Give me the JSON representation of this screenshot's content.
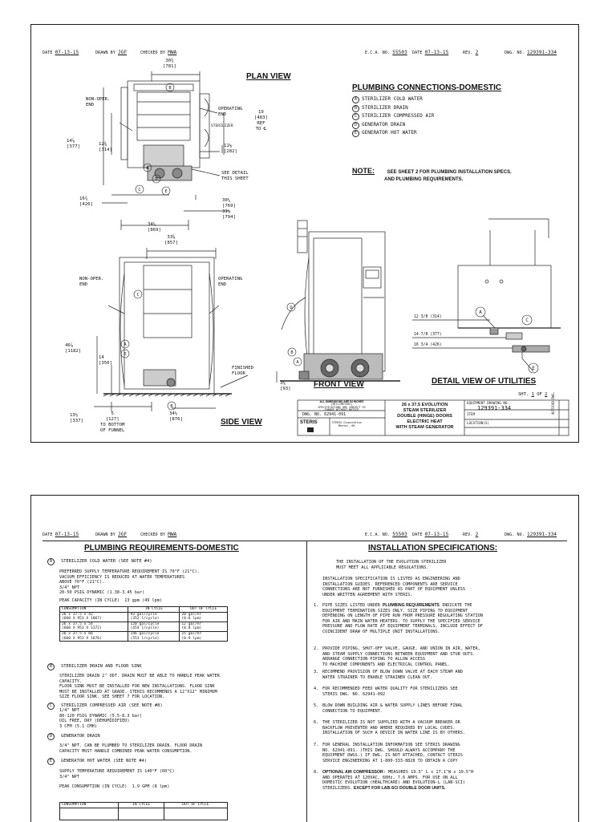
{
  "header": {
    "dated_label": "DATE",
    "dated": "07-13-15",
    "drawn_label": "DRAWN BY",
    "drawn": "JGF",
    "checked_label": "CHECKED BY",
    "checked": "MWA",
    "eco_label": "E.C.A. NO.",
    "eco": "55503",
    "date_label": "DATE",
    "date": "07-13-15",
    "rev_label": "REV.",
    "rev": "2",
    "dwg_label": "DWG. NO.",
    "dwg": "129391-334"
  },
  "sheet1": {
    "plan_view_title": "PLAN VIEW",
    "side_view_title": "SIDE VIEW",
    "front_view_title": "FRONT VIEW",
    "detail_title": "DETAIL VIEW OF UTILITIES",
    "plan_labels": {
      "non_oper": "NON-OPER.",
      "end": "END",
      "operating": "OPERATING",
      "end2": "END",
      "sterilizer": "STERILIZER",
      "see_detail": "SEE DETAIL",
      "this_sheet": "THIS SHEET",
      "ref": "REF",
      "to_cl": "TO ℄"
    },
    "plan_dims": {
      "d30": "30¾",
      "d30m": "[781]",
      "d19": "19",
      "d19m": "[483]",
      "d14": "14⅞",
      "d14m": "[377]",
      "d12": "12⅜",
      "d12m": "[314]",
      "d11": "11⅛",
      "d11m": "[282]",
      "d16": "16¾",
      "d16m": "[426]",
      "d30b": "30¼",
      "d30bm": "[769]",
      "d31": "31¼",
      "d31m": "[794]",
      "d34": "34¼",
      "d34m": "[869]"
    },
    "side_labels": {
      "non_oper": "NON-OPER.",
      "end": "END",
      "operating": "OPERATING",
      "end2": "END",
      "finished": "FINISHED",
      "floor": "FLOOR",
      "to_bottom": "TO BOTTOM",
      "of_funnel": "OF FUNNEL"
    },
    "side_dims": {
      "d33": "33⅝",
      "d33m": "[857]",
      "d46": "46⅞",
      "d46m": "[1182]",
      "d14": "14",
      "d14m": "[356]",
      "d13": "13½",
      "d13m": "[337]",
      "d5": "5",
      "d5m": "[127]",
      "d34": "34½",
      "d34m": "[876]"
    },
    "front_dims": {
      "d3": "3⅝",
      "d3m": "[93]"
    },
    "detail_dims": {
      "a": "12 3/8 (314)",
      "b": "14 7/8 (377)",
      "c": "16 3/4 (426)"
    },
    "connections_title": "PLUMBING CONNECTIONS-DOMESTIC",
    "connections": [
      {
        "tag": "A",
        "label": "STERILIZER COLD WATER"
      },
      {
        "tag": "B",
        "label": "STERILIZER DRAIN"
      },
      {
        "tag": "C",
        "label": "STERILIZER COMPRESSED AIR"
      },
      {
        "tag": "D",
        "label": "GENERATOR DRAIN"
      },
      {
        "tag": "E",
        "label": "GENERATOR HOT WATER"
      }
    ],
    "note_label": "NOTE:",
    "note_line1": "SEE SHEET 2 FOR PLUMBING INSTALLATION SPECS.",
    "note_line2": "AND PLUMBING REQUIREMENTS.",
    "sheet_label": "SHT.",
    "sheet_num": "1",
    "sheet_of": "OF",
    "sheet_total": "2",
    "title_block": {
      "dims_line1": "ALL DIMENSIONS ARE IN INCHES",
      "dims_line2": "[MILLIMETERS]",
      "dims_line3": "SPECIFICATIONS ARE SUBJECT TO",
      "dims_line4": "CHANGE WITHOUT NOTICE",
      "dwg_no": "DWG. NO. 62941-091",
      "brand": "STERIS",
      "company": "STERIS Corporation",
      "city": "Mentor, OH",
      "desc1": "26 x 37.5 EVOLUTION",
      "desc2": "STEAM STERILIZER",
      "desc3": "DOUBLE (HINGE) DOORS",
      "desc4": "ELECTRIC HEAT",
      "desc5": "WITH STEAM GENERATOR",
      "equip_label": "EQUIPMENT DRAWING NO.",
      "equip_no": "129391-334",
      "item_label": "ITEM",
      "location_label": "LOCATION(S)",
      "side_tag": "AUTOCAD DWG."
    }
  },
  "sheet2": {
    "req_title": "PLUMBING REQUIREMENTS-DOMESTIC",
    "spec_title": "INSTALLATION SPECIFICATIONS:",
    "sections": {
      "a_tag": "A",
      "a_head": "STERILIZER COLD WATER  (SEE NOTE #4)",
      "a_body": "PREFERRED SUPPLY TEMPERATURE REQUIREMENT IS 70°F (21°C).\nVACUUM EFFICIENCY IS REDUCED AT WATER TEMPERATURES\nABOVE 70°F (21°C).\n3/4\" NPT\n20-50 PSIG DYNAMIC (1.38-3.45 bar)",
      "a_peak": "PEAK CAPACITY (IN CYCLE)  13 gpm (49 lpm)",
      "b_tag": "B",
      "b_head": "STERILIZER DRAIN AND FLOOR SINK",
      "b_body": "STERILIZER DRAIN 2\" ODT. DRAIN MUST BE ABLE TO HANDLE PEAK WATER\nCAPACITY.\nFLOOR SINK MUST BE INSTALLED FOR NEW INSTALLATIONS. FLOOR SINK\nMUST BE INSTALLED AT GRADE. STERIS RECOMMENDS A 12\"X12\" MINIMUM\nSIZE FLOOR SINK. SEE SHEET 7 FOR LOCATION.",
      "c_tag": "C",
      "c_head": "STERILIZER COMPRESSED AIR  (SEE NOTE #8)",
      "c_body": "1/4\" NPT\n80-120 PSIG DYNAMIC (5.5-8.3 bar)\nOIL FREE, DRY (DEHUMIDIFIED)\n3 CFM (5.1 CMH)",
      "d_tag": "D",
      "d_head": "GENERATOR DRAIN",
      "d_body": "3/4\" NPT. CAN BE PLUMBED TO STERILIZER DRAIN. FLOOR DRAIN\nCAPACITY MUST HANDLE COMBINED PEAK WATER CONSUMPTION.",
      "e_tag": "E",
      "e_head": "GENERATOR HOT WATER  (SEE NOTE #4)",
      "e_body": "SUPPLY TEMPERATURE REQUIREMENT IS 140°F (60°C)\n3/4\" NPT",
      "e_peak": "PEAK CONSUMPTION (IN CYCLE)  1.9 GPM (8 lpm)"
    },
    "table1": {
      "headers": [
        "CONSUMPTION",
        "IN CYCLE",
        "OUT OF CYCLE"
      ],
      "rows": [
        [
          "26 x 37.5 x 42",
          "93 gal/cycle",
          "20 gal/hr"
        ],
        [
          "(660 X 953 X 1067)",
          "(352 l/cycle)",
          "(0.6 lpm)"
        ],
        [
          "26 x 37.5 x 54",
          "120 gal/cycle",
          "12 gal/hr"
        ],
        [
          "(660 X 953 X 1372)",
          "(454 l/cycle)",
          "(0.8 lpm)"
        ],
        [
          "26 x 37.5 x 66",
          "146 gal/cycle",
          "15 gal/hr"
        ],
        [
          "(660 X 953 X 1676)",
          "(553 l/cycle)",
          "(0.9 lpm)"
        ]
      ]
    },
    "table2": {
      "headers": [
        "CONSUMPTION",
        "IN CYCLE",
        "OUT OF CYCLE"
      ]
    },
    "spec_intro1": "THE INSTALLATION OF THE EVOLUTION STERILIZER\nMUST MEET ALL APPLICABLE REGULATIONS.",
    "spec_intro2": "INSTALLATION SPECIFICATION IS LISTED AS ENGINEERING AND\nINSTALLATION GUIDES. REFERENCED COMPONENTS ARE SERVICE\nCONNECTIONS ARE NOT FURNISHED AS PART OF EQUIPMENT UNLESS\nUNDER WRITTEN AGREEMENT WITH STERIS.",
    "specs": [
      {
        "num": "1.",
        "bold": "",
        "pre": "PIPE SIZES LISTED UNDER ",
        "bold_mid": "PLUMBING REQUIREMENTS",
        "text": " INDICATE THE\nEQUIPMENT TERMINATION SIZES ONLY. SIZE PIPING TO EQUIPMENT\nDEPENDING ON LENGTH OF PIPE RUN FROM PRESSURE REGULATING STATION\nFOR AIR AND MAIN WATER HEATERS. TO SUPPLY THE SPECIFIED SERVICE\nPRESSURE AND FLOW RATE AT EQUIPMENT TERMINALS, INCLUDE EFFECT OF\nCOINCIDENT DRAW OF MULTIPLE UNIT INSTALLATIONS."
      },
      {
        "num": "2.",
        "bold": "",
        "pre": "",
        "bold_mid": "",
        "text": "PROVIDE PIPING, SHUT-OFF VALVE, GAUGE, AND UNION IN AIR, WATER,\nAND STEAM SUPPLY CONNECTIONS BETWEEN EQUIPMENT AND STUB OUTS.\nARRANGE CONNECTION PIPING TO ALLOW ACCESS\nTO MACHINE COMPONENTS AND ELECTRICAL CONTROL PANEL."
      },
      {
        "num": "3.",
        "bold": "",
        "pre": "",
        "bold_mid": "",
        "text": "RECOMMEND PROVISION OF BLOW DOWN VALVE AT EACH STEAM AND\nWATER STRAINER TO ENABLE STRAINER CLEAN OUT."
      },
      {
        "num": "4.",
        "bold": "",
        "pre": "",
        "bold_mid": "",
        "text": "FOR RECOMMENDED FEED WATER QUALITY FOR STERILIZERS SEE\nSTERIS DWG. NO. 62941-092"
      },
      {
        "num": "5.",
        "bold": "",
        "pre": "",
        "bold_mid": "",
        "text": "BLOW DOWN BUILDING AIR & WATER SUPPLY LINES BEFORE FINAL\nCONNECTION TO EQUIPMENT."
      },
      {
        "num": "6.",
        "bold": "",
        "pre": "",
        "bold_mid": "",
        "text": "THE STERILIZER IS NOT SUPPLIED WITH A VACUUM BREAKER OR\nBACKFLOW PREVENTER AND WHERE REQUIRED BY LOCAL CODES.\nINSTALLATION OF SUCH A DEVICE IN WATER LINE IS BY OTHERS."
      },
      {
        "num": "7.",
        "bold": "",
        "pre": "",
        "bold_mid": "",
        "text": "FOR GENERAL INSTALLATION INFORMATION SEE STERIS DRAWING\nNO. 62941-091. (THIS DWG. SHOULD ALWAYS ACCOMPANY THE\nEQUIPMENT DWGS.) IF DWG. IS NOT ATTACHED, CONTACT STERIS\nSERVICE ENGINEERING AT 1-800-333-8828 TO OBTAIN A COPY"
      },
      {
        "num": "8.",
        "bold": "OPTIONAL AIR COMPRESSOR",
        "pre": "",
        "bold_mid": "",
        "text": ": MEASURES 19.5\" L x 17.1\"W x 19.5\"H\nAND OPERATES AT 120VAC, 60Hz, 7.6 AMPS. FOR USE ON ALL\nDOMESTIC EVOLUTION (HEALTHCARE) AND EVOLUTION-L (LAB-SCI)\nSTERILIZERS.",
        "tail": " EXCEPT FOR LAB-SCI DOUBLE DOOR UNITS."
      }
    ]
  }
}
